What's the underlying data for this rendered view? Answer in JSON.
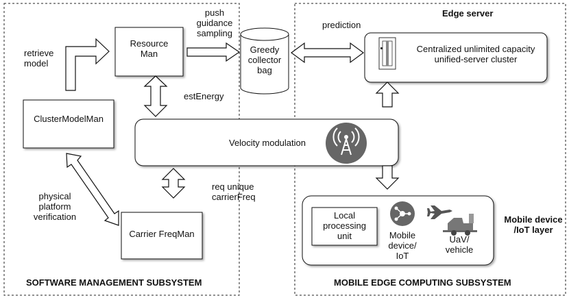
{
  "subsystems": {
    "software_title": "SOFTWARE MANAGEMENT SUBSYSTEM",
    "mec_title": "MOBILE EDGE COMPUTING SUBSYSTEM"
  },
  "nodes": {
    "resource_man": "Resource\nMan",
    "greedy_bag": "Greedy\ncollector\nbag",
    "cluster_model_man": "ClusterModelMan",
    "velocity_modulation": "Velocity modulation",
    "carrier_freq_man": "Carrier FreqMan",
    "edge_cluster": "Centralized unlimited capacity\nunified-server cluster",
    "local_processing": "Local\nprocessing\nunit",
    "mobile_device": "Mobile\ndevice/\nIoT",
    "uav_vehicle": "UaV/\nvehicle"
  },
  "layer_labels": {
    "edge_server": "Edge server",
    "mobile_layer": "Mobile device\n/IoT layer"
  },
  "edge_labels": {
    "retrieve_model": "retrieve\nmodel",
    "push_guidance": "push\nguidance\nsampling",
    "prediction": "prediction",
    "est_energy": "estEnergy",
    "req_unique": "req unique\ncarrierFreq",
    "physical_verification": "physical\nplatform\nverification"
  },
  "icons": {
    "server": "server-rack-icon",
    "antenna": "broadcast-antenna-icon",
    "mobile": "mobile-device-hub-icon",
    "uav": "drone-icon",
    "vehicle": "vehicle-icon"
  },
  "colors": {
    "stroke": "#111111",
    "icon_fill": "#666666",
    "background": "#ffffff"
  }
}
